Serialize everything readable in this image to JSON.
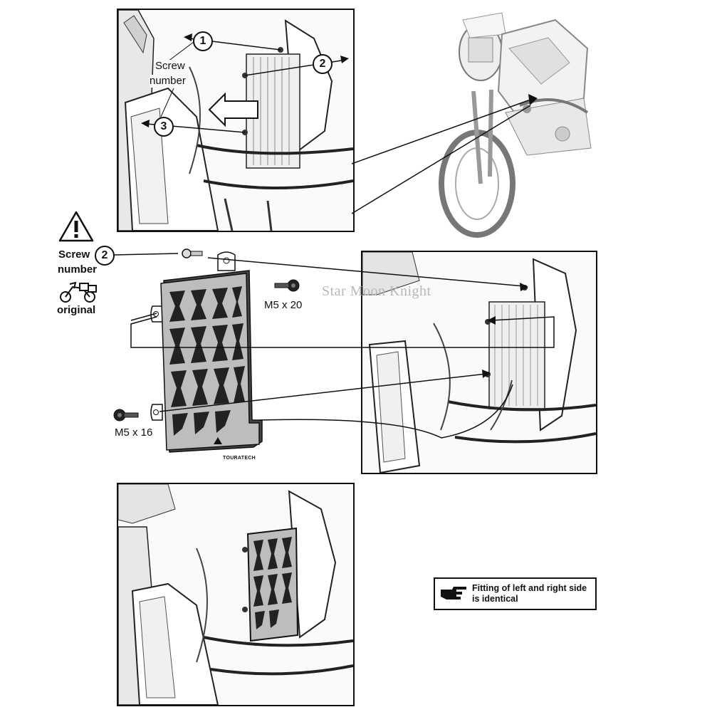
{
  "callouts": {
    "screw_word": "Screw",
    "number_word": "number",
    "num1": "1",
    "num2": "2",
    "num3": "3"
  },
  "legend": {
    "screw_word": "Screw",
    "number_word": "number",
    "num2": "2",
    "original_word": "original"
  },
  "bolts": {
    "m5x20": "M5 x 20",
    "m5x16": "M5 x 16"
  },
  "guard_brand": "TOURATECH",
  "watermark": "Star Moon Knight",
  "note": {
    "text": "Fitting of left and right side is identical",
    "icon": "pointing-hand-icon"
  },
  "icons": [
    "warning-icon",
    "motorcycle-luggage-icon",
    "pointing-hand-icon",
    "arrow-icon",
    "screw-icon"
  ]
}
